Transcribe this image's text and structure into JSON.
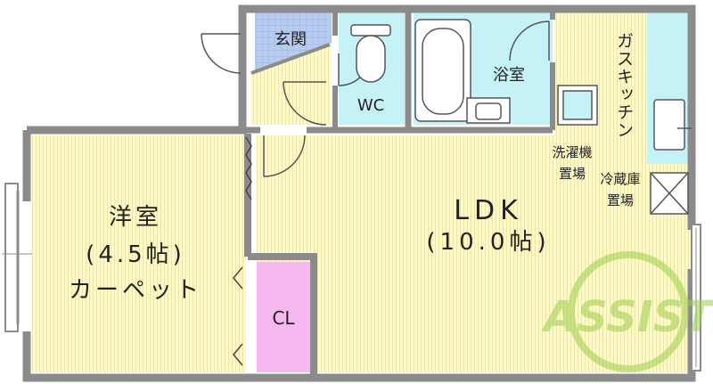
{
  "rooms": {
    "genkan": "玄関",
    "wc": "WC",
    "bath": "浴室",
    "kitchen": "ガスキッチン",
    "washer_line1": "洗濯機",
    "washer_line2": "置場",
    "fridge_line1": "冷蔵庫",
    "fridge_line2": "置場",
    "ldk_line1": "LDK",
    "ldk_line2": "(10.0帖)",
    "western_line1": "洋室",
    "western_line2": "(4.5帖)",
    "western_line3": "カーペット",
    "closet": "CL"
  },
  "watermark": "ASSIST",
  "colors": {
    "yellow": "#fdf9cf",
    "stripe": "#ece5a3",
    "cyan": "#c5f2f6",
    "blue_tile": "#b8ccef",
    "pink": "#f5b9ef",
    "wall": "#8b8b8b",
    "watermark": "#9ccf4e"
  }
}
